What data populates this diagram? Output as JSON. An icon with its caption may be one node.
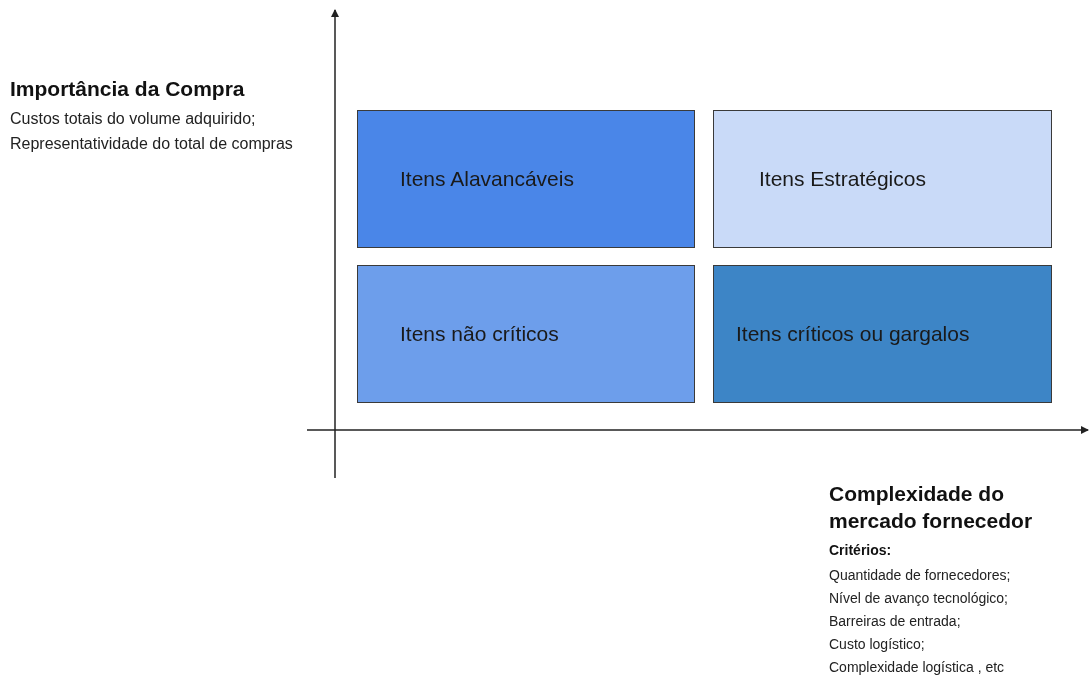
{
  "diagram": {
    "nodes": [
      {
        "text": [
          "Itens Alavancáveis"
        ]
      },
      {
        "text": [
          "Itens Estratégicos"
        ]
      },
      {
        "text": [
          "Itens não críticos"
        ]
      },
      {
        "text": [
          "Itens críticos ou gargalos"
        ]
      }
    ],
    "labels": [
      "Importância da Compra",
      "Custos totais do volume adquirido; Representatividade do total de compras",
      "Complexidade do mercado fornecedor",
      "Critérios:",
      "Quantidade de fornecedores;",
      "Nível de avanço tecnológico;",
      "Barreiras de entrada;",
      "Custo logístico;",
      "Complexidade logística , etc"
    ]
  }
}
